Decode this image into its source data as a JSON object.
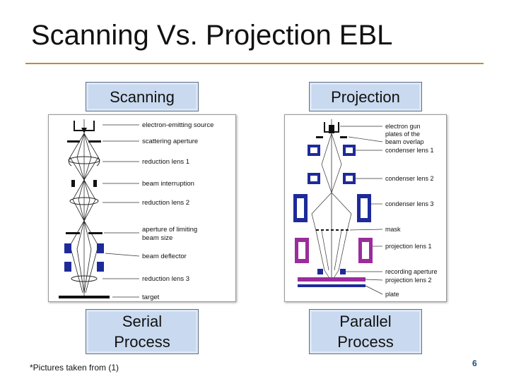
{
  "slide": {
    "title": "Scanning Vs. Projection EBL",
    "footnote": "*Pictures taken from (1)",
    "page_number": "6",
    "accent_color": "#c28a3c",
    "box_color": "#c9d9ef"
  },
  "boxes": {
    "scanning": "Scanning",
    "projection": "Projection",
    "serial_line1": "Serial",
    "serial_line2": "Process",
    "parallel_line1": "Parallel",
    "parallel_line2": "Process"
  },
  "scanning_diagram": {
    "labels": [
      "electron-emitting source",
      "scattering aperture",
      "reduction lens 1",
      "beam interruption",
      "reduction lens 2",
      "aperture of limiting",
      "beam size",
      "beam deflector",
      "reduction lens 3",
      "target"
    ]
  },
  "projection_diagram": {
    "labels": [
      "electron gun",
      "plates of the",
      "beam overlap",
      "condenser lens 1",
      "condenser lens 2",
      "condenser lens 3",
      "mask",
      "projection lens 1",
      "recording aperture",
      "projection lens 2",
      "plate"
    ]
  }
}
